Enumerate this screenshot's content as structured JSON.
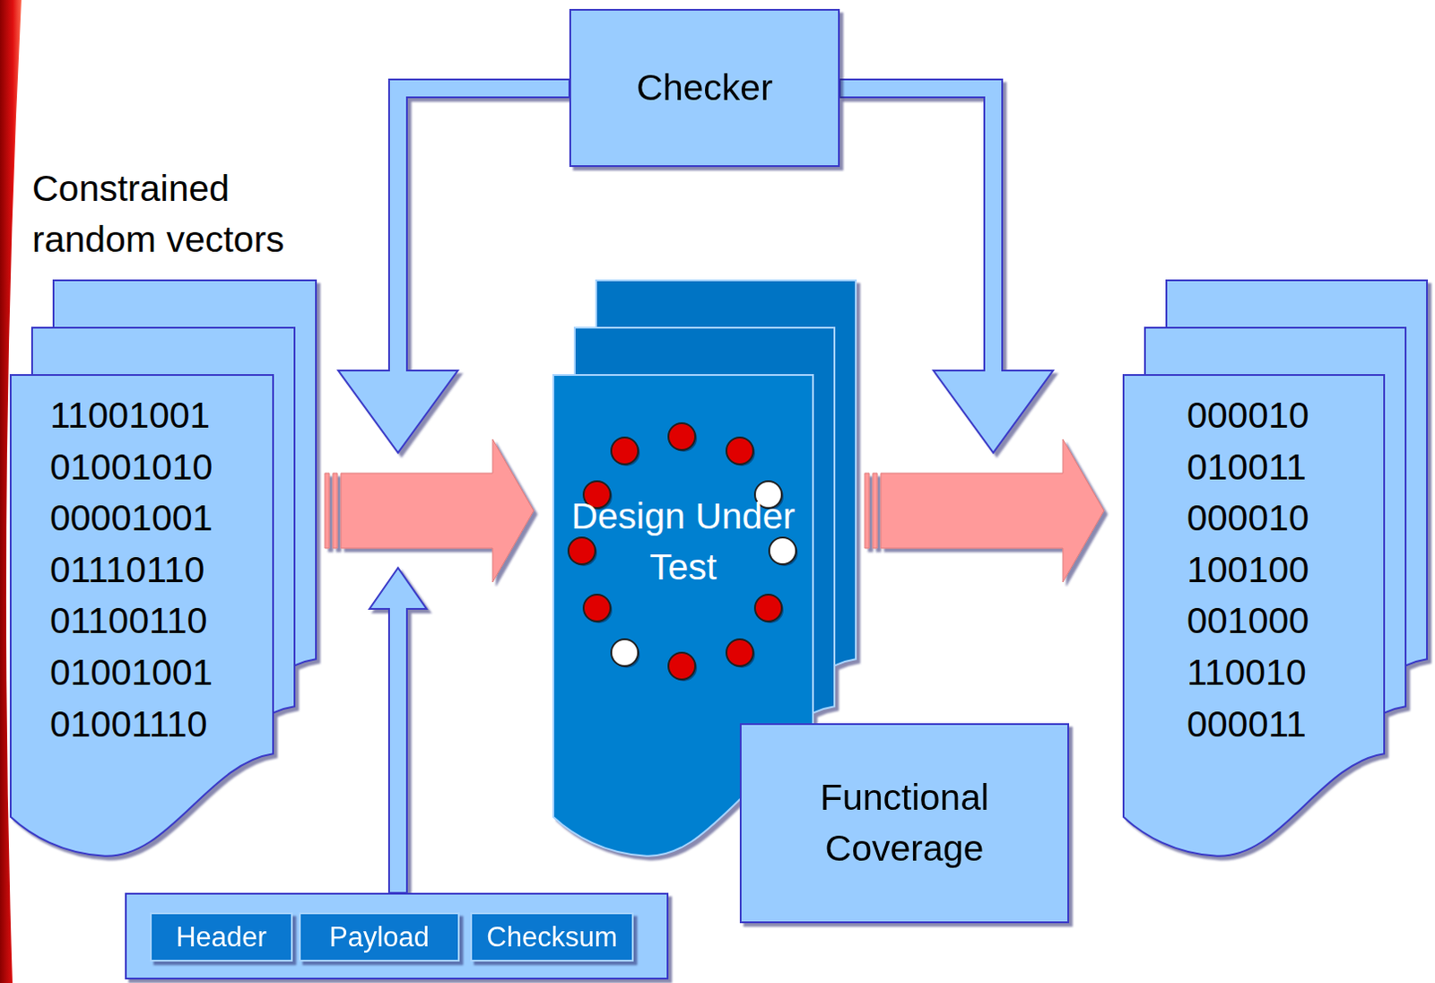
{
  "diagram": {
    "nodes": [
      {
        "text": [
          "Checker"
        ]
      },
      {
        "text": [
          "11001001 01001010 00001001 01110110 01100110 01001001 01001110"
        ]
      },
      {
        "text": [
          "Design Under Test"
        ]
      },
      {
        "text": [
          "000010 010011 000010 100100 001000 110010 000011"
        ]
      },
      {
        "text": [
          "Functional Coverage"
        ]
      },
      {
        "text": []
      },
      {
        "text": [
          "Header"
        ],
        "in": 5
      },
      {
        "text": [
          "Payload"
        ],
        "in": 5
      },
      {
        "text": [
          "Checksum"
        ],
        "in": 5
      }
    ],
    "edges": [
      {
        "from": 1,
        "to": 2,
        "arrow": "to"
      },
      {
        "from": 2,
        "to": 3,
        "arrow": "to"
      }
    ],
    "labels": [
      "Constrained random vectors"
    ]
  }
}
